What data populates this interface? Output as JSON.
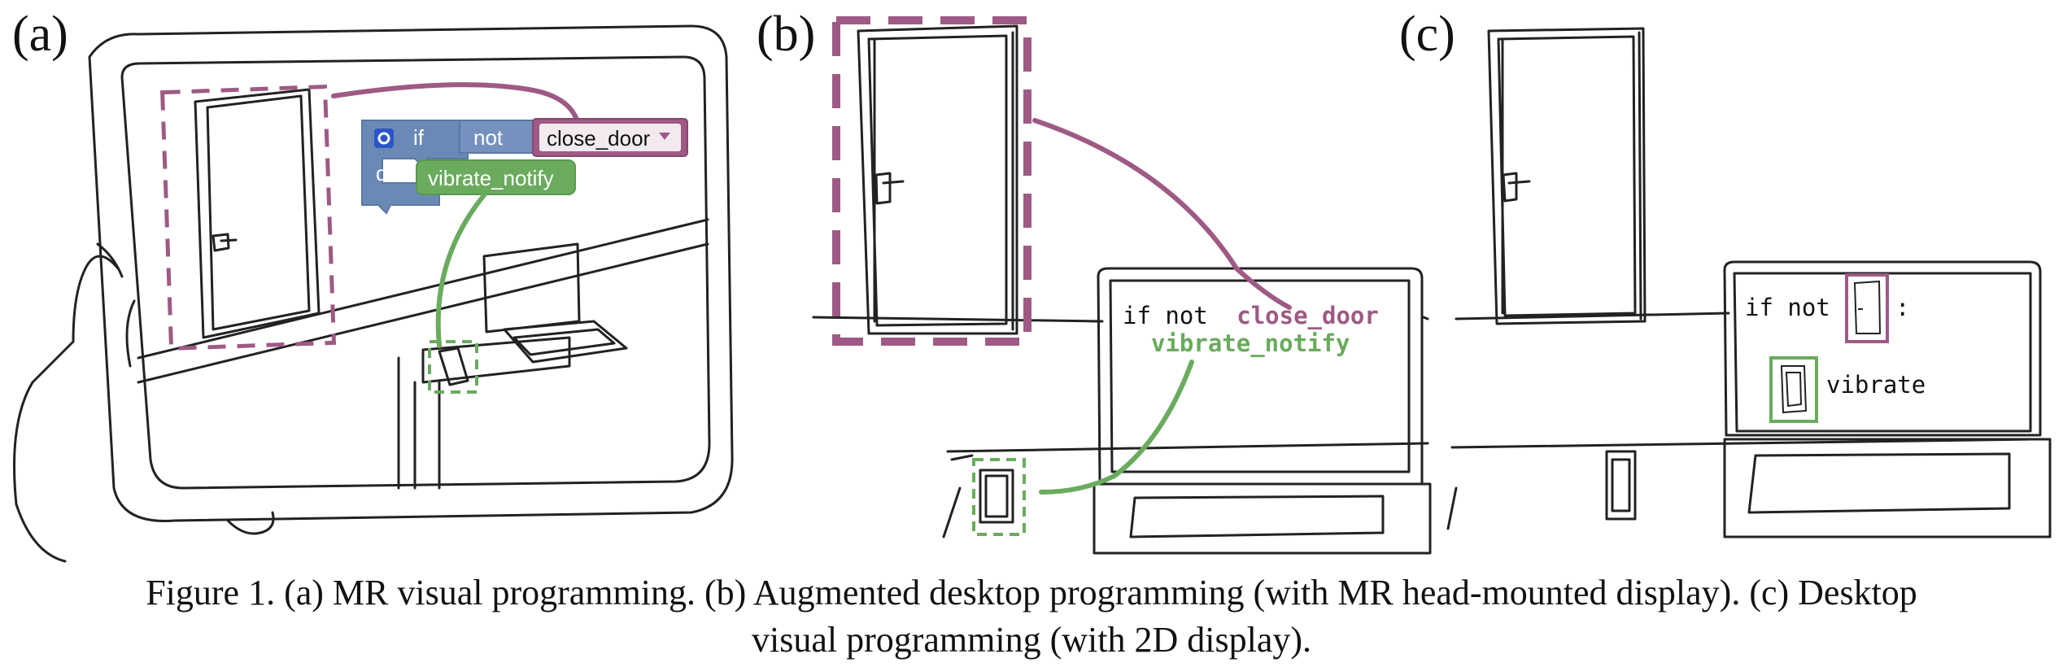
{
  "panels": {
    "a": {
      "label": "(a)",
      "blocks": {
        "if": "if",
        "not": "not",
        "do": "do",
        "close_door": "close_door",
        "vibrate_notify": "vibrate_notify"
      }
    },
    "b": {
      "label": "(b)",
      "code_line1_kw": "if not",
      "code_line1_var": "close_door",
      "code_line2": "vibrate_notify"
    },
    "c": {
      "label": "(c)",
      "code_if": "if not",
      "code_colon": ":",
      "code_vibrate": "vibrate"
    }
  },
  "caption": {
    "line1": "Figure 1. (a) MR visual programming. (b) Augmented desktop programming (with MR head-mounted display). (c) Desktop",
    "line2": "visual programming (with 2D display)."
  },
  "colors": {
    "purple": "#9e5a84",
    "green": "#6aab5e",
    "block_blue": "#6a8ab5",
    "sketch": "#222222"
  }
}
